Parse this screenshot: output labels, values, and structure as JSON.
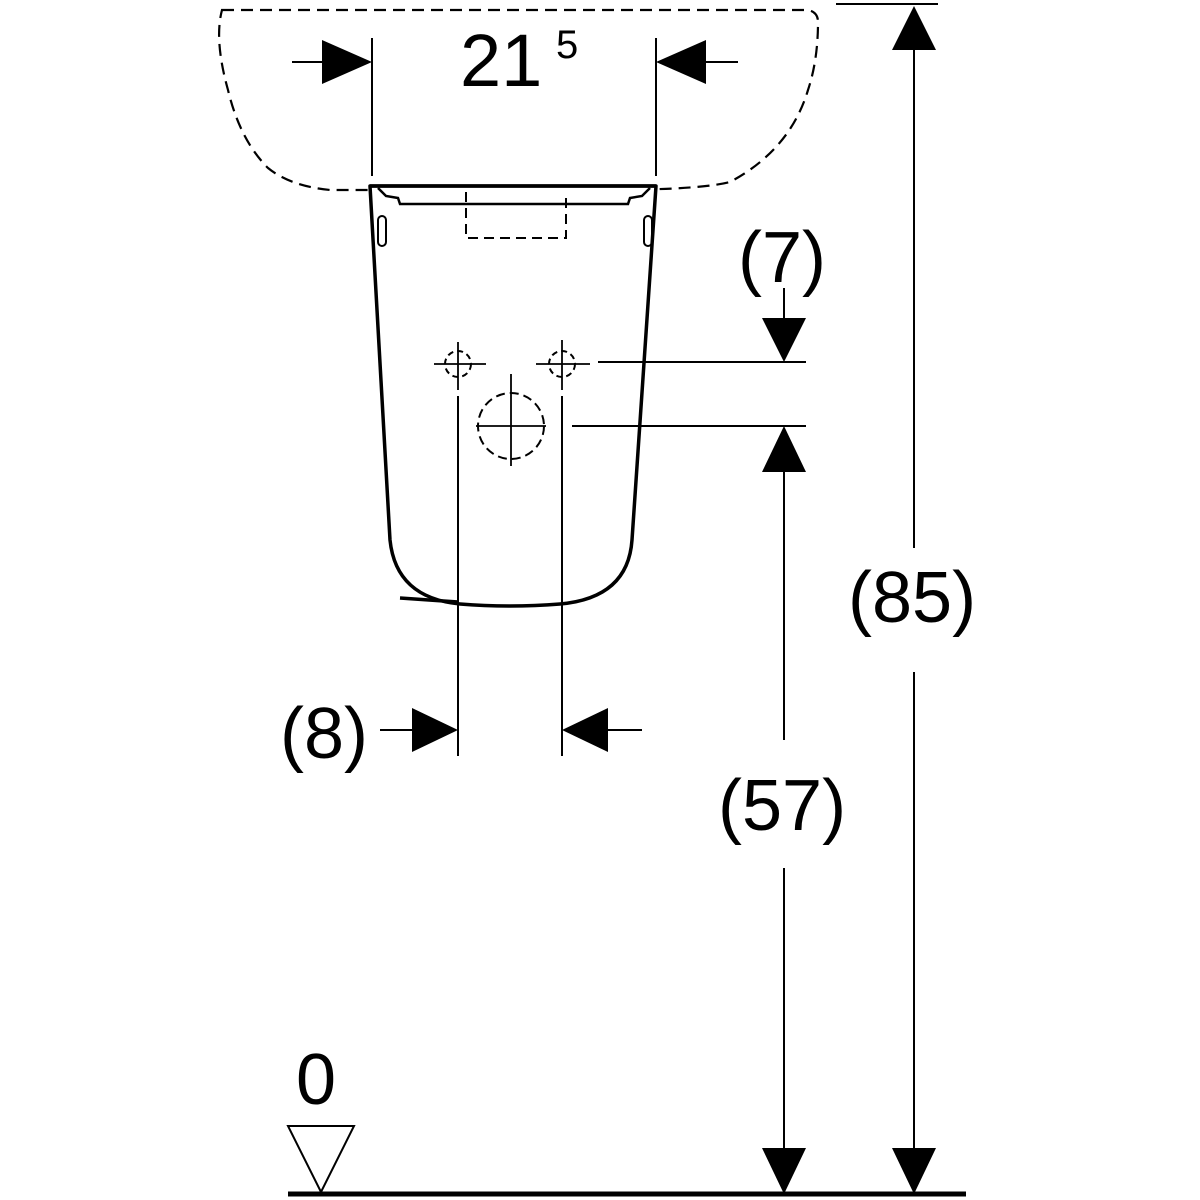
{
  "dimensions": {
    "width_main": "21",
    "width_sup": "5",
    "upper_offset": "(7)",
    "pipe_spacing": "(8)",
    "outlet_height": "(57)",
    "total_height": "(85)",
    "floor_level": "0"
  },
  "colors": {
    "line": "#000000",
    "background": "#ffffff"
  },
  "icons": {
    "floor_marker": "floor-level-triangle-icon"
  }
}
